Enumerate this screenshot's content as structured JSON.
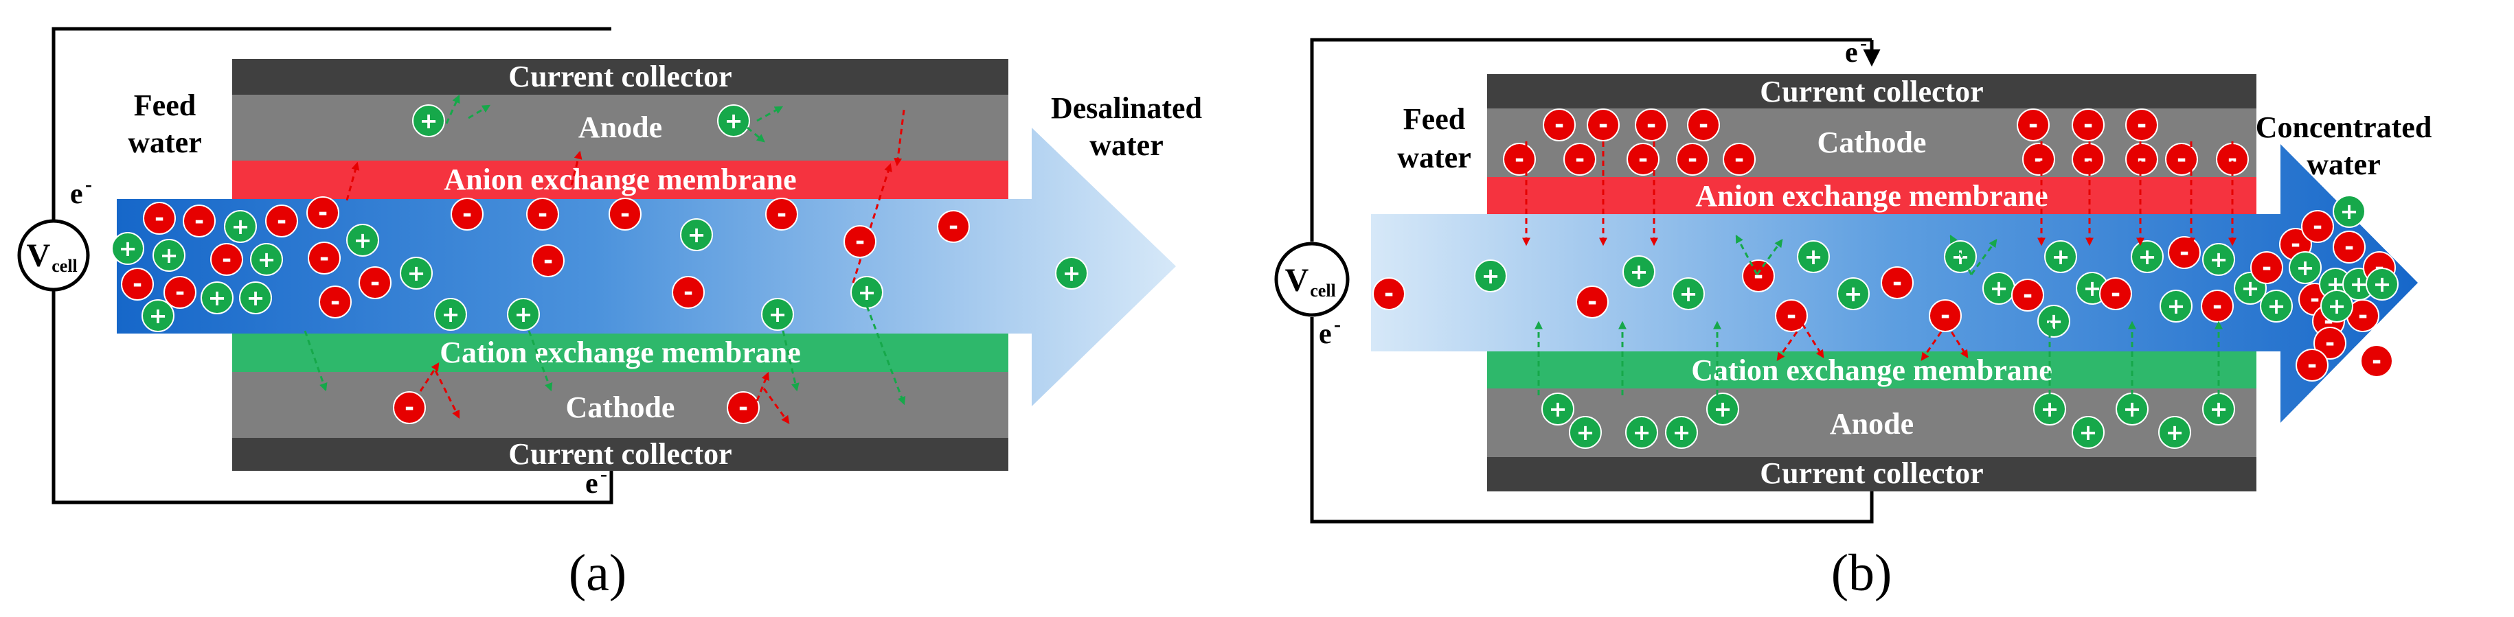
{
  "colors": {
    "collector": "#404040",
    "electrode": "#7f7f7f",
    "aem": "#f5333f",
    "cem": "#2eb86b",
    "anion": "#e60000",
    "cation": "#16a84a",
    "flow_dark": "#1a6fd1",
    "flow_light": "#cfe4f7"
  },
  "panel_a": {
    "label": "(a)",
    "top_collector": "Current collector",
    "top_electrode": "Anode",
    "top_membrane": "Anion exchange membrane",
    "bottom_membrane": "Cation exchange membrane",
    "bottom_electrode": "Cathode",
    "bottom_collector": "Current collector",
    "inlet_line1": "Feed",
    "inlet_line2": "water",
    "outlet_line1": "Desalinated",
    "outlet_line2": "water",
    "voltage": "V",
    "voltage_sub": "cell",
    "electron_top": "e",
    "electron_bottom": "e",
    "electron_sup": "-"
  },
  "panel_b": {
    "label": "(b)",
    "top_collector": "Current collector",
    "top_electrode": "Cathode",
    "top_membrane": "Anion exchange membrane",
    "bottom_membrane": "Cation exchange membrane",
    "bottom_electrode": "Anode",
    "bottom_collector": "Current collector",
    "inlet_line1": "Feed",
    "inlet_line2": "water",
    "outlet_line1": "Concentrated",
    "outlet_line2": "water",
    "voltage": "V",
    "voltage_sub": "cell",
    "electron_top": "e",
    "electron_bottom": "e",
    "electron_sup": "-"
  },
  "ion_signs": {
    "anion": "-",
    "cation": "+"
  }
}
